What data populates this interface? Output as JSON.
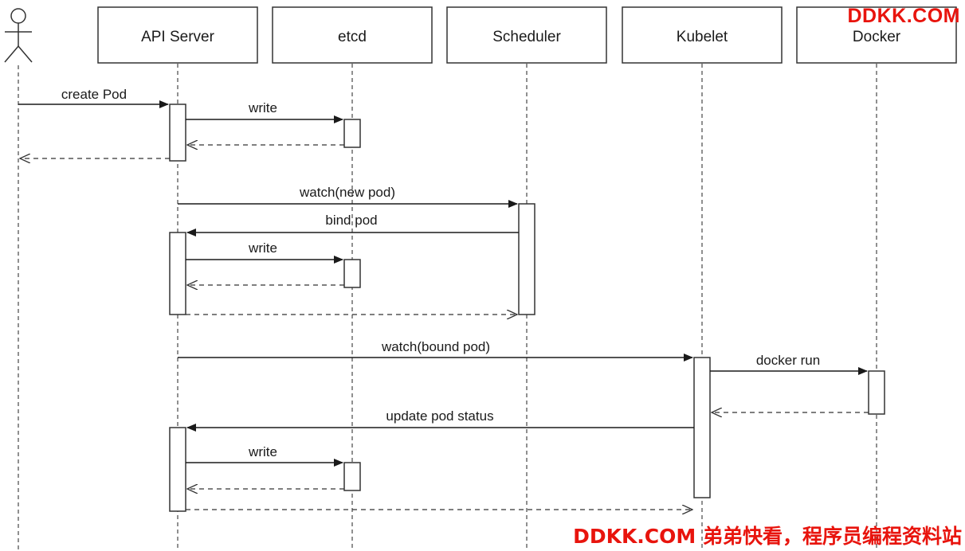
{
  "participants": {
    "actor": "",
    "api": "API Server",
    "etcd": "etcd",
    "scheduler": "Scheduler",
    "kubelet": "Kubelet",
    "docker": "Docker"
  },
  "messages": [
    {
      "from": "actor",
      "to": "api",
      "label": "create Pod",
      "style": "sync"
    },
    {
      "from": "api",
      "to": "etcd",
      "label": "write",
      "style": "sync"
    },
    {
      "from": "etcd",
      "to": "api",
      "label": "",
      "style": "return"
    },
    {
      "from": "api",
      "to": "actor",
      "label": "",
      "style": "return"
    },
    {
      "from": "api",
      "to": "scheduler",
      "label": "watch(new pod)",
      "style": "sync"
    },
    {
      "from": "scheduler",
      "to": "api",
      "label": "bind pod",
      "style": "sync"
    },
    {
      "from": "api",
      "to": "etcd",
      "label": "write",
      "style": "sync"
    },
    {
      "from": "etcd",
      "to": "api",
      "label": "",
      "style": "return"
    },
    {
      "from": "api",
      "to": "scheduler",
      "label": "",
      "style": "return"
    },
    {
      "from": "api",
      "to": "kubelet",
      "label": "watch(bound pod)",
      "style": "sync"
    },
    {
      "from": "kubelet",
      "to": "docker",
      "label": "docker run",
      "style": "sync"
    },
    {
      "from": "docker",
      "to": "kubelet",
      "label": "",
      "style": "return"
    },
    {
      "from": "kubelet",
      "to": "api",
      "label": "update pod status",
      "style": "sync"
    },
    {
      "from": "api",
      "to": "etcd",
      "label": "write",
      "style": "sync"
    },
    {
      "from": "etcd",
      "to": "api",
      "label": "",
      "style": "return"
    },
    {
      "from": "api",
      "to": "kubelet",
      "label": "",
      "style": "return"
    }
  ],
  "watermark": {
    "top": "DDKK.COM",
    "bottom": "DDKK.COM 弟弟快看，程序员编程资料站",
    "color": "#e8140d"
  },
  "colors": {
    "line": "#3a3a3a",
    "box_border": "#333333"
  }
}
